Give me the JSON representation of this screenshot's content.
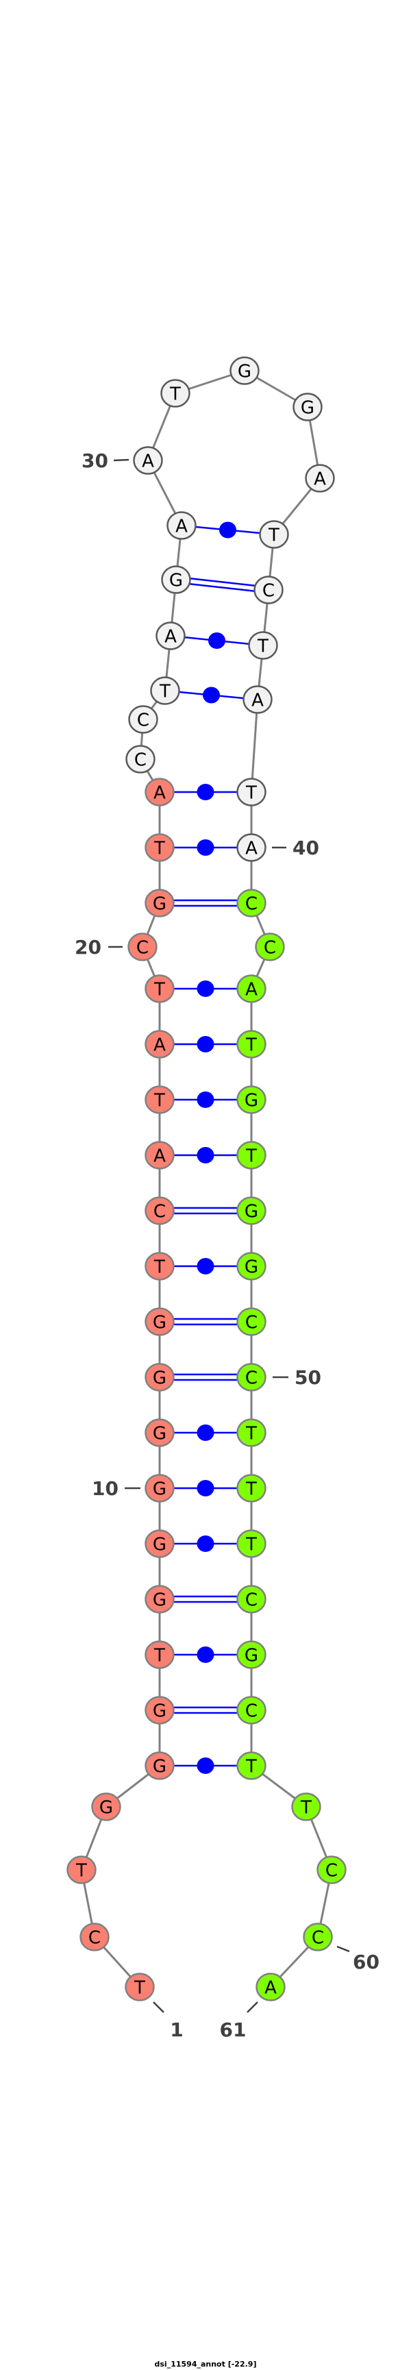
{
  "title": "dsi_11594_annot [-22.9]",
  "sequence": "TCTGGGTGGGGGGTCATATCGTACCTAGAATGGATCTATACCATGTGGCCTTTCGCTTCCA",
  "pairs": [
    [
      5,
      57
    ],
    [
      6,
      56
    ],
    [
      7,
      55
    ],
    [
      8,
      54
    ],
    [
      9,
      53
    ],
    [
      10,
      52
    ],
    [
      11,
      51
    ],
    [
      12,
      50
    ],
    [
      13,
      49
    ],
    [
      14,
      48
    ],
    [
      15,
      47
    ],
    [
      16,
      46
    ],
    [
      17,
      45
    ],
    [
      18,
      44
    ],
    [
      19,
      43
    ],
    [
      21,
      41
    ],
    [
      22,
      40
    ],
    [
      23,
      39
    ],
    [
      26,
      38
    ],
    [
      27,
      37
    ],
    [
      28,
      36
    ],
    [
      29,
      35
    ]
  ],
  "regions": [
    {
      "from": 1,
      "to": 23,
      "color": "#fa8072"
    },
    {
      "from": 24,
      "to": 40,
      "color": "#f2f2f2"
    },
    {
      "from": 41,
      "to": 61,
      "color": "#7fff00"
    }
  ],
  "colors": {
    "backbone": "#808080",
    "pair": "#0000ff",
    "label": "#404040"
  },
  "position_labels": [
    {
      "pos": 1,
      "text": "1"
    },
    {
      "pos": 10,
      "text": "10"
    },
    {
      "pos": 20,
      "text": "20"
    },
    {
      "pos": 30,
      "text": "30"
    },
    {
      "pos": 40,
      "text": "40"
    },
    {
      "pos": 50,
      "text": "50"
    },
    {
      "pos": 60,
      "text": "60"
    },
    {
      "pos": 61,
      "text": "61"
    }
  ]
}
